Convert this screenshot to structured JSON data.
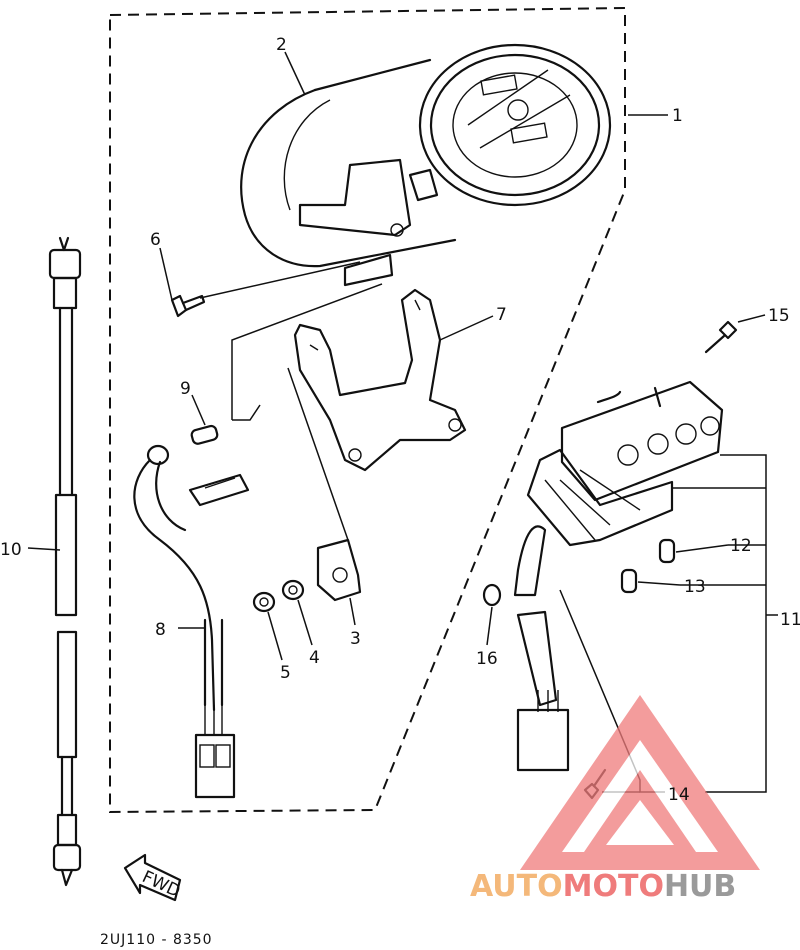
{
  "callouts": {
    "c1": "1",
    "c2": "2",
    "c3": "3",
    "c4": "4",
    "c5": "5",
    "c6": "6",
    "c7": "7",
    "c8": "8",
    "c9": "9",
    "c10": "10",
    "c11": "11",
    "c12": "12",
    "c13": "13",
    "c14": "14",
    "c15": "15",
    "c16": "16"
  },
  "fwd_label": "FWD",
  "drawing_code": "2UJ110 - 8350",
  "watermark": {
    "part1": "AUTO",
    "part2": "MOTO",
    "part3": "HUB",
    "colors": {
      "orange": "#f4b87a",
      "red": "#ef7c7c",
      "gray": "#9a9a9a"
    }
  }
}
